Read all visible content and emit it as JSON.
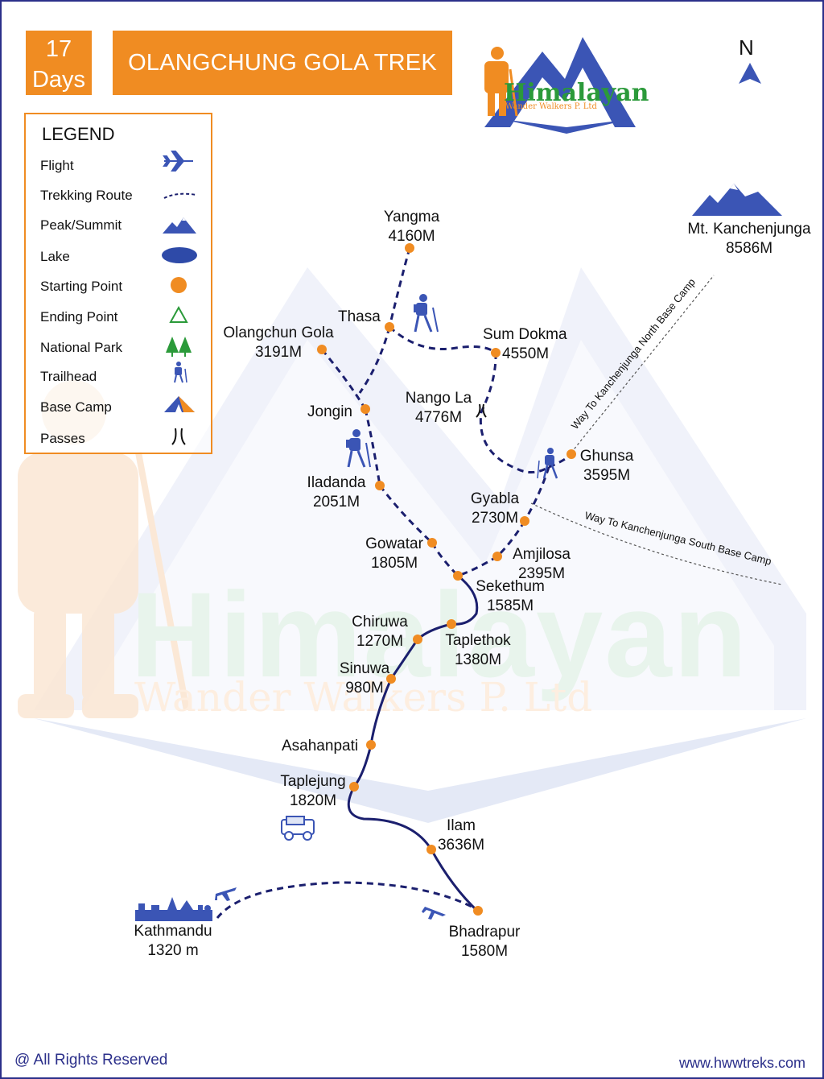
{
  "header": {
    "days_number": "17",
    "days_label": "Days",
    "title": "OLANGCHUNG GOLA TREK"
  },
  "logo": {
    "name": "Himalayan",
    "sub": "Wander Walkers P. Ltd"
  },
  "north_label": "N",
  "watermark": {
    "main": "Himalayan",
    "sub": "Wander Walkers P. Ltd"
  },
  "legend": {
    "title": "LEGEND",
    "items": [
      {
        "label": "Flight",
        "icon": "airplane-icon"
      },
      {
        "label": "Trekking Route",
        "icon": "dashed-route-icon"
      },
      {
        "label": "Peak/Summit",
        "icon": "mountain-peak-icon"
      },
      {
        "label": "Lake",
        "icon": "lake-icon"
      },
      {
        "label": "Starting Point",
        "icon": "orange-dot-icon"
      },
      {
        "label": "Ending Point",
        "icon": "green-triangle-icon"
      },
      {
        "label": "National Park",
        "icon": "tree-icon"
      },
      {
        "label": "Trailhead",
        "icon": "hiker-icon"
      },
      {
        "label": "Base Camp",
        "icon": "tent-icon"
      },
      {
        "label": "Passes",
        "icon": "pass-icon"
      }
    ]
  },
  "places": {
    "yangma": {
      "name": "Yangma",
      "alt": "4160M"
    },
    "thasa": {
      "name": "Thasa"
    },
    "olangchun": {
      "name": "Olangchun Gola",
      "alt": "3191M"
    },
    "sum_dokma": {
      "name": "Sum Dokma",
      "alt": "4550M"
    },
    "jongin": {
      "name": "Jongin"
    },
    "nango_la": {
      "name": "Nango La",
      "alt": "4776M"
    },
    "ghunsa": {
      "name": "Ghunsa",
      "alt": "3595M"
    },
    "iladanda": {
      "name": "Iladanda",
      "alt": "2051M"
    },
    "gyabla": {
      "name": "Gyabla",
      "alt": "2730M"
    },
    "gowatar": {
      "name": "Gowatar",
      "alt": "1805M"
    },
    "amjilosa": {
      "name": "Amjilosa",
      "alt": "2395M"
    },
    "sekethum": {
      "name": "Sekethum",
      "alt": "1585M"
    },
    "chiruwa": {
      "name": "Chiruwa",
      "alt": "1270M"
    },
    "taplethok": {
      "name": "Taplethok",
      "alt": "1380M"
    },
    "sinuwa": {
      "name": "Sinuwa",
      "alt": "980M"
    },
    "asahanpati": {
      "name": "Asahanpati"
    },
    "taplejung": {
      "name": "Taplejung",
      "alt": "1820M"
    },
    "ilam": {
      "name": "Ilam",
      "alt": "3636M"
    },
    "bhadrapur": {
      "name": "Bhadrapur",
      "alt": "1580M"
    },
    "kathmandu": {
      "name": "Kathmandu",
      "alt": "1320 m"
    }
  },
  "peak": {
    "name": "Mt. Kanchenjunga",
    "alt": "8586M"
  },
  "ways": {
    "north": "Way To Kanchenjunga North Base Camp",
    "south": "Way To Kanchenjunga South Base Camp"
  },
  "footer": {
    "rights": "@ All Rights Reserved",
    "website": "www.hwwtreks.com"
  },
  "colors": {
    "orange": "#f08c22",
    "route": "#1b1f6e",
    "blue": "#3b55b5",
    "green": "#2b9a3a"
  }
}
